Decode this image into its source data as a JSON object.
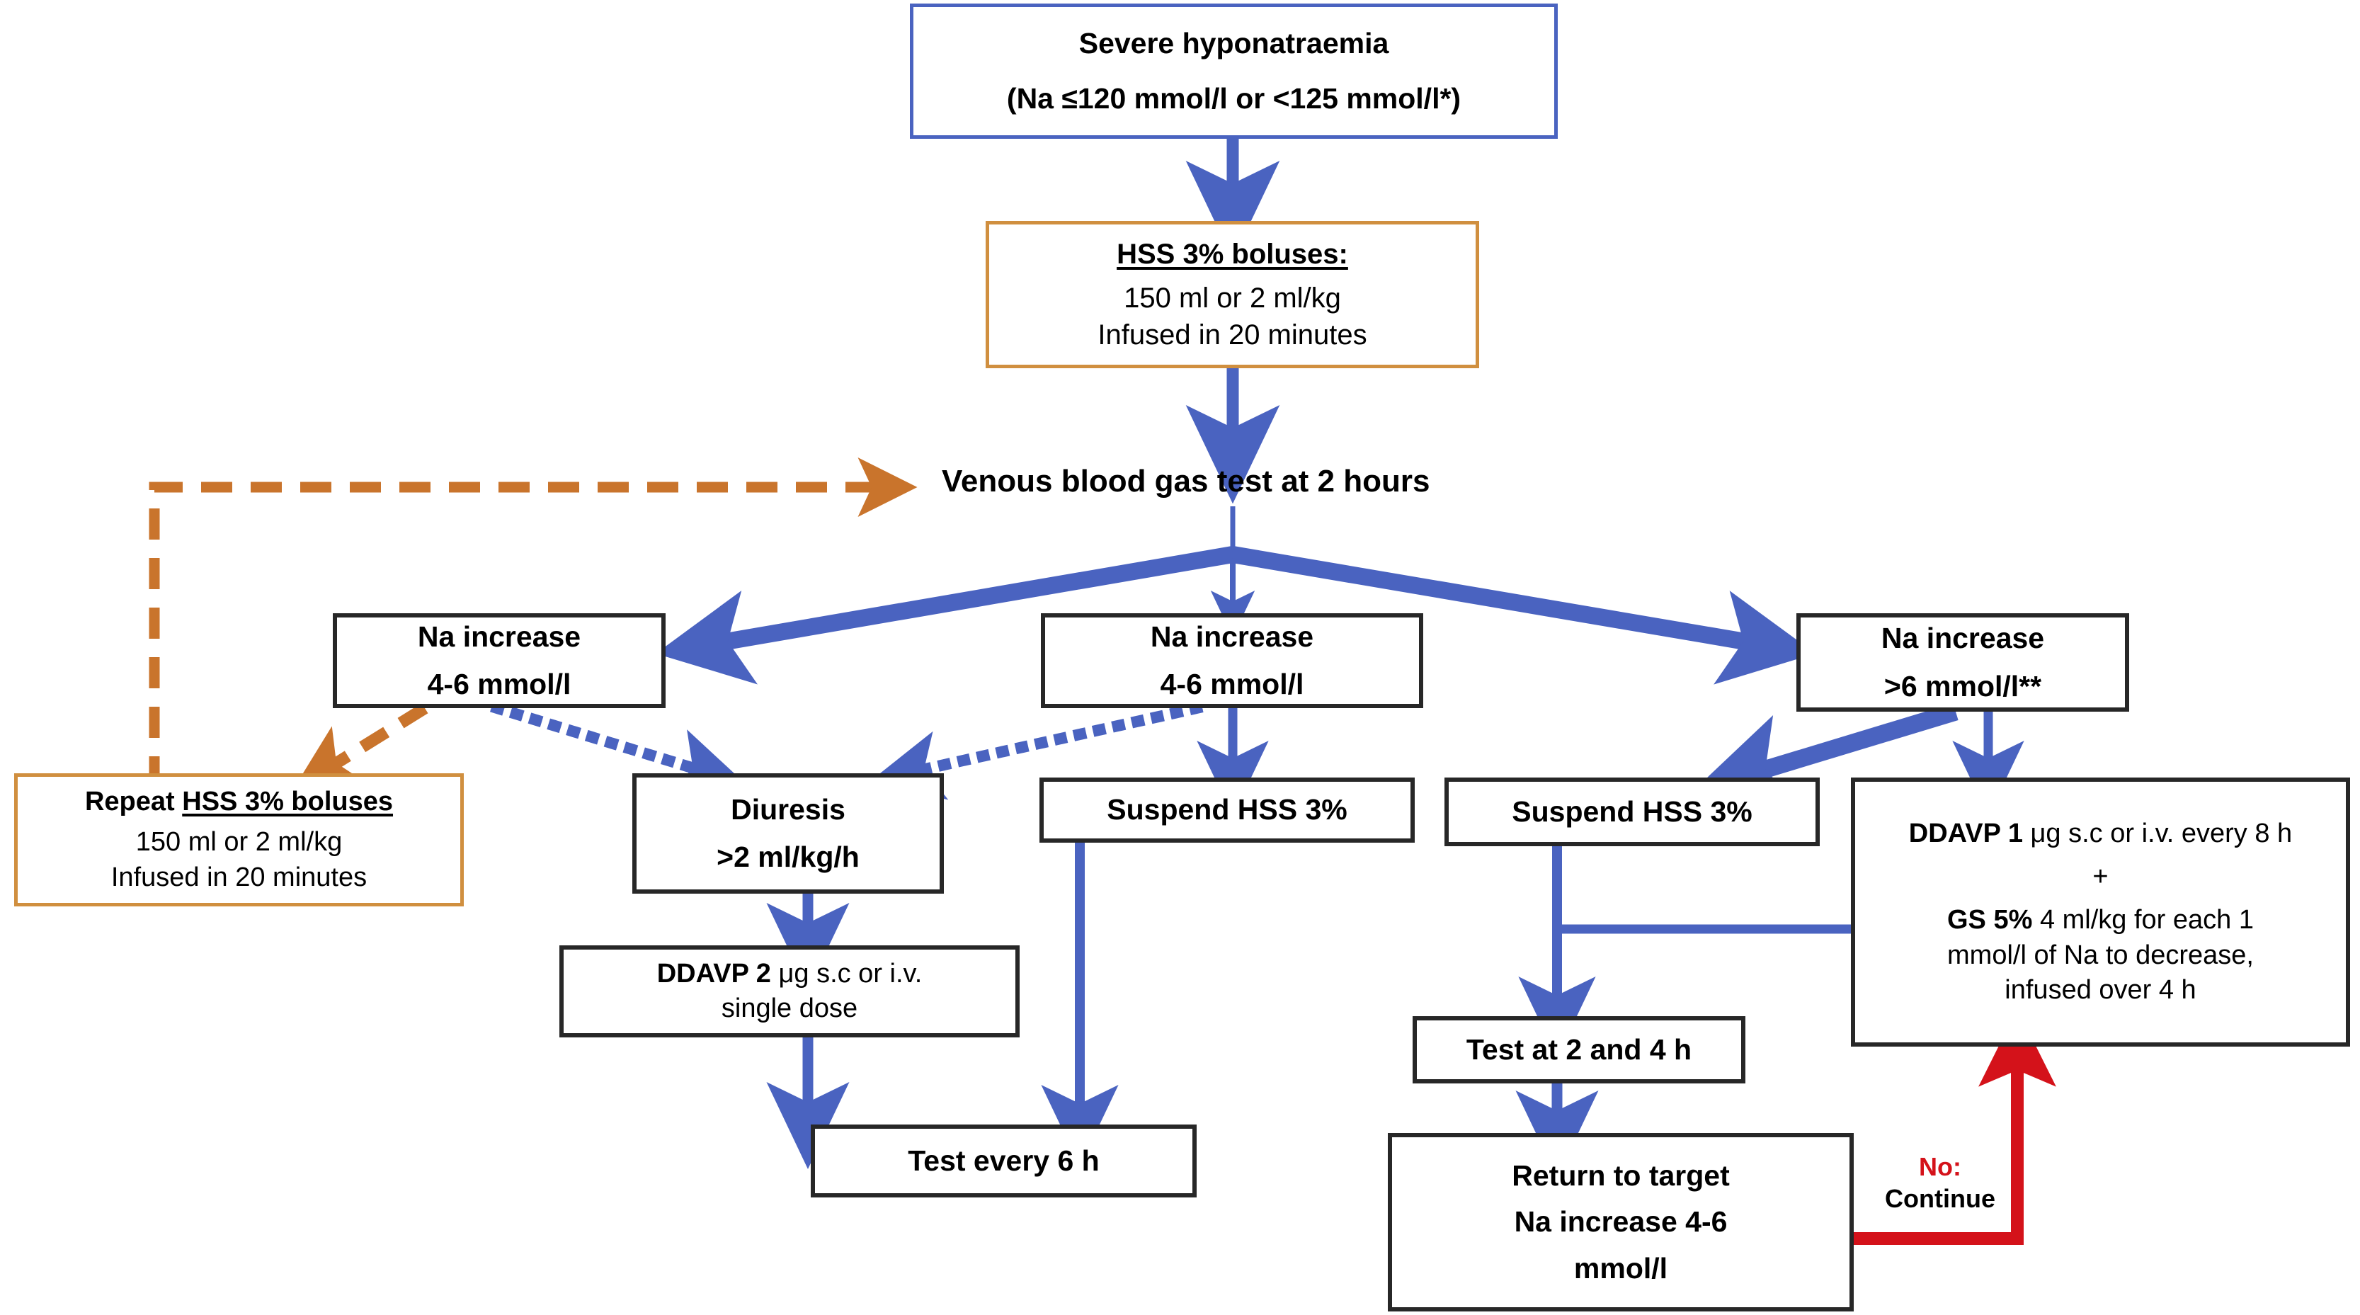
{
  "diagram": {
    "title": "Severe hyponatraemia management algorithm",
    "colors": {
      "blue_border": "#4a63c0",
      "blue_arrow": "#4a63c0",
      "black_border": "#272727",
      "orange": "#d08f3f",
      "orange_arrow": "#c9742c",
      "red_arrow": "#d4121a",
      "red_text": "#d4121a",
      "background": "#ffffff"
    },
    "nodes": {
      "severe_hyponatraemia": {
        "line1": "Severe hyponatraemia",
        "line2": "(Na ≤120 mmol/l or <125 mmol/l*)"
      },
      "hss_boluses": {
        "heading": "HSS 3% boluses:",
        "line1": "150 ml or 2 ml/kg",
        "line2": "Infused in 20 minutes"
      },
      "venous_blood_gas": {
        "label": "Venous blood gas test at 2 hours"
      },
      "na_increase_left": {
        "line1": "Na increase",
        "line2": "4-6 mmol/l"
      },
      "na_increase_center": {
        "line1": "Na increase",
        "line2": "4-6 mmol/l"
      },
      "na_increase_right": {
        "line1": "Na increase",
        "line2": ">6 mmol/l**"
      },
      "repeat_hss_boluses": {
        "heading_plain": "Repeat ",
        "heading_underlined": "HSS 3% boluses",
        "line1": "150 ml or 2 ml/kg",
        "line2": "Infused in 20 minutes"
      },
      "diuresis": {
        "line1": "Diuresis",
        "line2": ">2 ml/kg/h"
      },
      "suspend_hss_center": {
        "label": "Suspend HSS 3%"
      },
      "suspend_hss_right": {
        "label": "Suspend HSS 3%"
      },
      "ddavp_2": {
        "bold": "DDAVP 2",
        "rest": " μg s.c or i.v.",
        "line2": "single dose"
      },
      "ddavp_1_gs5": {
        "l1_bold": "DDAVP 1",
        "l1_rest": " μg s.c or i.v. every 8 h",
        "l2": "+",
        "l3_bold": "GS 5%",
        "l3_rest": " 4 ml/kg for each 1",
        "l4": "mmol/l of Na to decrease,",
        "l5": "infused over 4 h"
      },
      "test_every_6h": {
        "label": "Test every 6 h"
      },
      "test_2_4h": {
        "label": "Test at 2 and 4 h"
      },
      "return_to_target": {
        "line1": "Return to target",
        "line2": "Na increase 4-6",
        "line3": "mmol/l"
      }
    },
    "edge_labels": {
      "no_continue": {
        "no": "No:",
        "continue": "Continue"
      }
    }
  }
}
